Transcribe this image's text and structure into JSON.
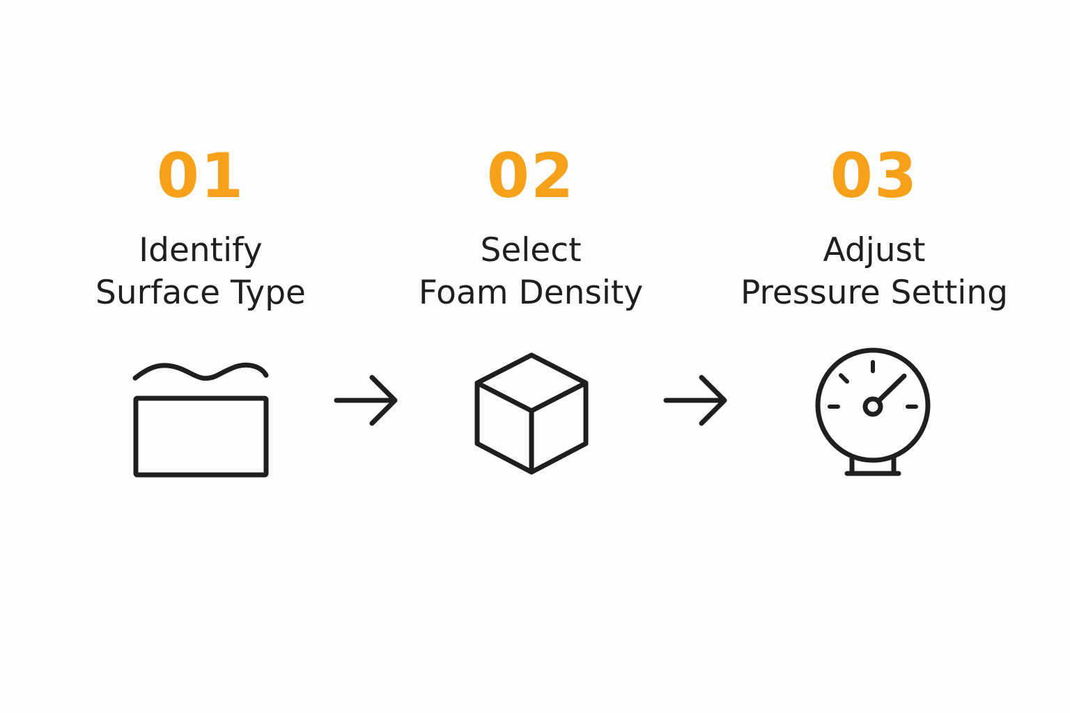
{
  "colors": {
    "accent": "#f7a01a",
    "ink": "#1f1f1f",
    "background": "#fdfdfd"
  },
  "steps": [
    {
      "number": "01",
      "title_line1": "Identify",
      "title_line2": "Surface Type",
      "icon": "porous-surface-icon"
    },
    {
      "number": "02",
      "title_line1": "Select",
      "title_line2": "Foam Density",
      "icon": "foam-cube-icon"
    },
    {
      "number": "03",
      "title_line1": "Adjust",
      "title_line2": "Pressure Setting",
      "icon": "pressure-gauge-icon"
    }
  ],
  "connectors": [
    {
      "icon": "arrow-right-icon"
    },
    {
      "icon": "arrow-right-icon"
    }
  ]
}
